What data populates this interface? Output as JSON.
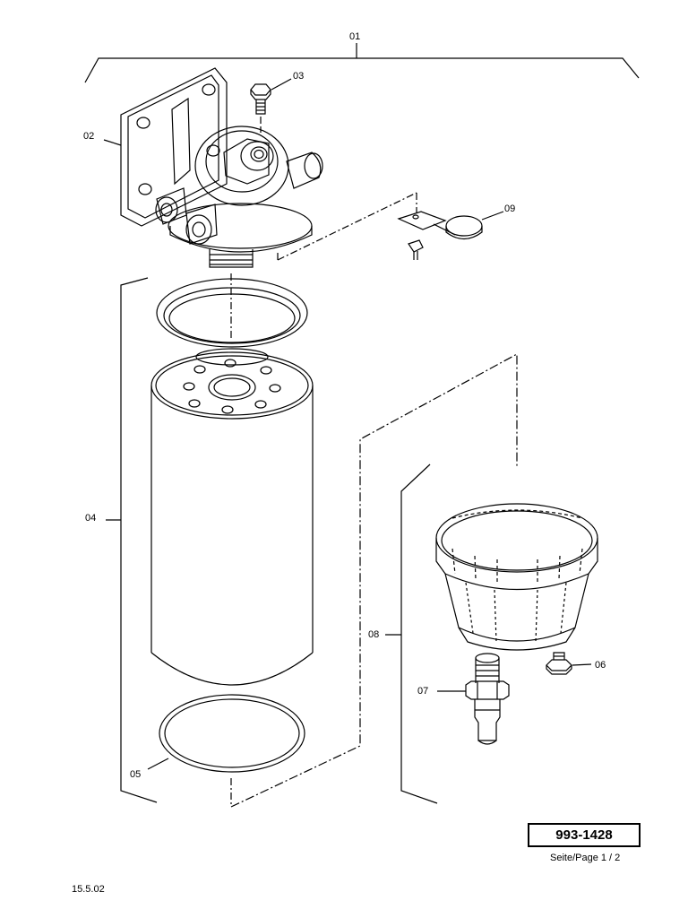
{
  "callouts": {
    "c01": "01",
    "c02": "02",
    "c03": "03",
    "c04": "04",
    "c05": "05",
    "c06": "06",
    "c07": "07",
    "c08": "08",
    "c09": "09"
  },
  "footer": {
    "part_number": "993-1428",
    "page": "Seite/Page 1 / 2",
    "date": "15.5.02"
  }
}
